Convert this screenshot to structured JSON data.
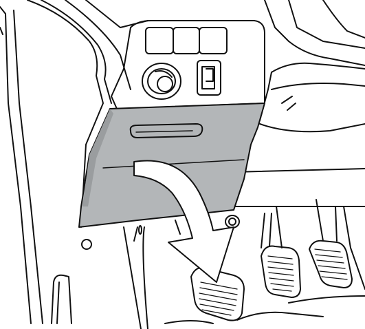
{
  "colors": {
    "line": "#111111",
    "background": "#ffffff",
    "panel_fill": "#b3b6b8",
    "panel_shade": "#9a9d9f",
    "arrow_fill": "#ffffff"
  },
  "icons": [
    "fuse-box-cover",
    "dashboard-switch-panel",
    "rotary-knob",
    "rocker-switch",
    "pedals",
    "removal-arrow"
  ]
}
